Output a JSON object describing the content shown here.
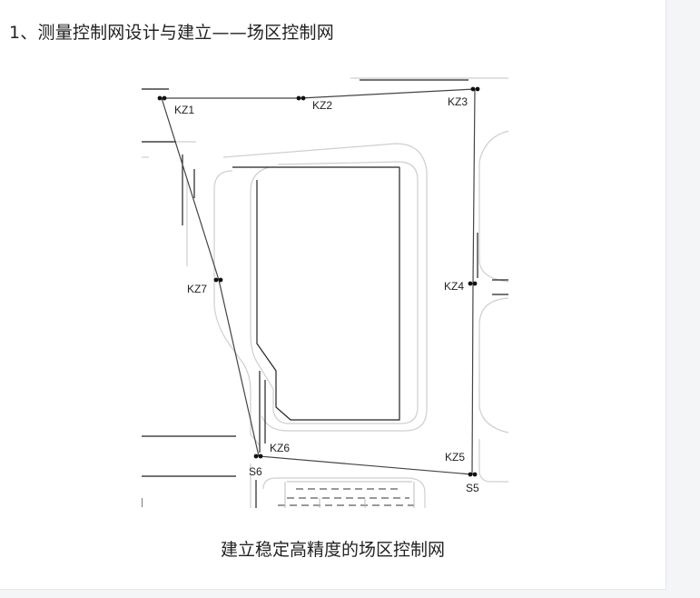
{
  "heading": "1、测量控制网设计与建立——场区控制网",
  "caption": "建立稳定高精度的场区控制网",
  "points": {
    "kz1": "KZ1",
    "kz2": "KZ2",
    "kz3": "KZ3",
    "kz4": "KZ4",
    "kz5": "KZ5",
    "kz6": "KZ6",
    "kz7": "KZ7",
    "s5": "S5",
    "s6": "S6"
  },
  "colors": {
    "network_line": "#444444",
    "road_line": "#cfcfcf",
    "building_line": "#222222",
    "text": "#222222"
  }
}
